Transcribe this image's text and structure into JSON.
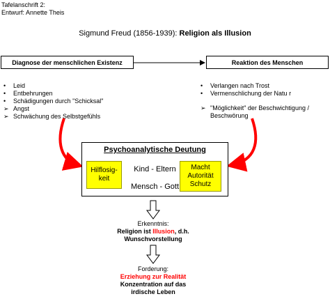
{
  "header": {
    "line1": "Tafelanschrift 2:",
    "line2": "Entwurf: Annette Theis"
  },
  "title": {
    "normal": "Sigmund Freud (1856-1939):",
    "bold": "Religion als Illusion"
  },
  "left_box": {
    "label": "Diagnose der menschlichen Existenz"
  },
  "right_box": {
    "label": "Reaktion des Menschen"
  },
  "left_list": [
    {
      "marker": "•",
      "text": "Leid"
    },
    {
      "marker": "•",
      "text": "Entbehrungen"
    },
    {
      "marker": "•",
      "text": "Schädigungen durch \"Schicksal\""
    },
    {
      "marker": "➢",
      "text": "Angst"
    },
    {
      "marker": "➢",
      "text": "Schwächung des Selbstgefühls"
    }
  ],
  "right_list": [
    {
      "marker": "•",
      "text": "Verlangen nach Trost"
    },
    {
      "marker": "•",
      "text": "Vermenschlichung der Natu  r"
    },
    {
      "marker": "➢",
      "text": "\"Möglichkeit\" der Beschwichtigung /"
    },
    {
      "marker": "",
      "text": "Beschwörung"
    }
  ],
  "center": {
    "title": "Psychoanalytische Deutung",
    "left_yellow": [
      "Hilflosig-",
      "keit"
    ],
    "right_yellow": [
      "Macht",
      "Autorität",
      "Schutz"
    ],
    "kind": "Kind - Eltern",
    "mensch": "Mensch - Gott"
  },
  "erkenntnis": {
    "label": "Erkenntnis:",
    "line1_a": "Religion ist",
    "line1_red": "Illusion",
    "line1_b": ", d.h.",
    "line2": "Wunschvorstellung"
  },
  "forderung": {
    "label": "Forderung:",
    "red_line": "Erziehung zur Realität",
    "line2": "Konzentration auf das",
    "line3": "irdische Leben"
  },
  "colors": {
    "highlight": "#ffff00",
    "arrow_red": "#ff0000",
    "text": "#000000"
  }
}
